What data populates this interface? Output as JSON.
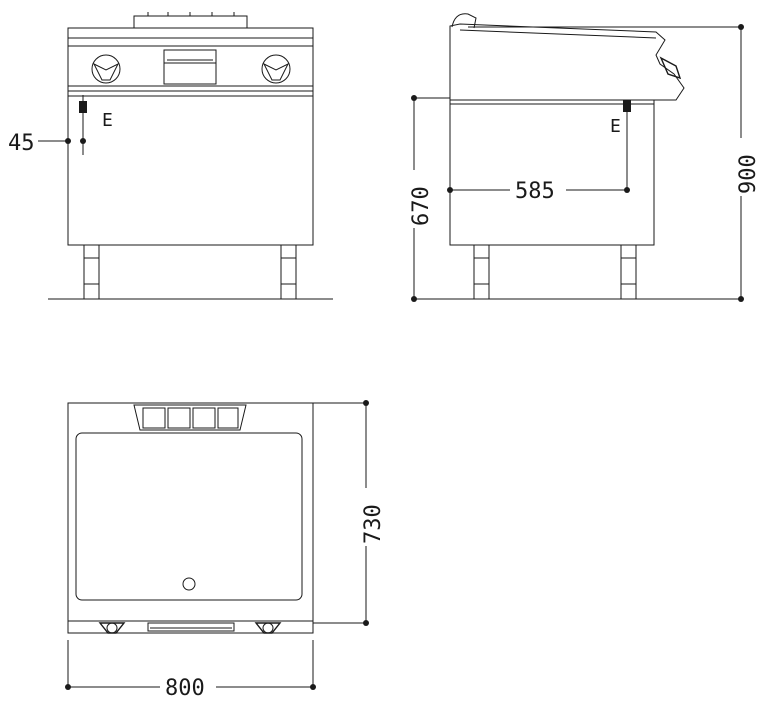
{
  "dimensions": {
    "port_offset": "45",
    "height_body": "670",
    "depth_port": "585",
    "height_total": "900",
    "depth_total": "730",
    "width_total": "800"
  },
  "labels": {
    "port_front": "E",
    "port_side": "E"
  }
}
